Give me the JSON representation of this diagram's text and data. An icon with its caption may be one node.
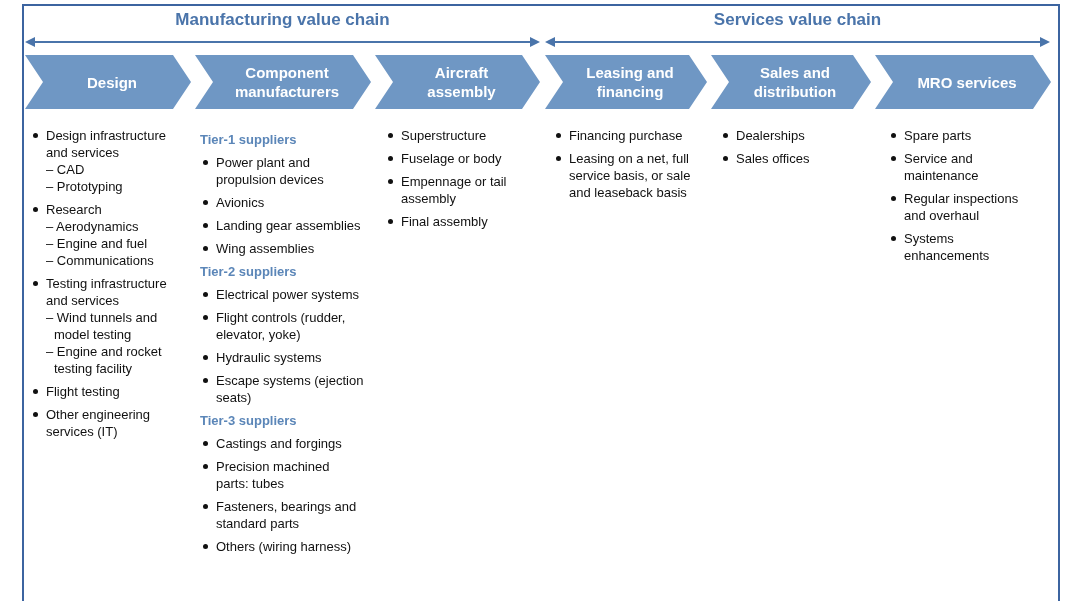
{
  "diagram": {
    "nodes": [
      {
        "text": [
          "Design"
        ],
        "beside": [
          "Design infrastructure and services",
          "– CAD",
          "– Prototyping",
          "Research",
          "– Aerodynamics",
          "– Engine and fuel",
          "– Communications",
          "Testing infrastructure and services",
          "– Wind tunnels and model testing",
          "– Engine and rocket testing facility",
          "Flight testing",
          "Other engineering services (IT)"
        ]
      },
      {
        "text": [
          "Component manufacturers"
        ],
        "beside": [
          "Tier-1 suppliers",
          "Power plant and propulsion devices",
          "Avionics",
          "Landing gear assemblies",
          "Wing assemblies",
          "Tier-2 suppliers",
          "Electrical power systems",
          "Flight controls (rudder, elevator, yoke)",
          "Hydraulic systems",
          "Escape systems (ejection seats)",
          "Tier-3 suppliers",
          "Castings and forgings",
          "Precision machined parts: tubes",
          "Fasteners, bearings and standard parts",
          "Others (wiring harness)"
        ]
      },
      {
        "text": [
          "Aircraft assembly"
        ],
        "beside": [
          "Superstructure",
          "Fuselage or body",
          "Empennage or tail assembly",
          "Final assembly"
        ]
      },
      {
        "text": [
          "Leasing and financing"
        ],
        "beside": [
          "Financing purchase",
          "Leasing on a net, full service basis, or sale and leaseback basis"
        ]
      },
      {
        "text": [
          "Sales and distribution"
        ],
        "beside": [
          "Dealerships",
          "Sales offices"
        ]
      },
      {
        "text": [
          "MRO services"
        ],
        "beside": [
          "Spare parts",
          "Service and maintenance",
          "Regular inspections and overhaul",
          "Systems enhancements"
        ]
      }
    ],
    "labels": [
      "Manufacturing value chain",
      "Services value chain"
    ]
  }
}
